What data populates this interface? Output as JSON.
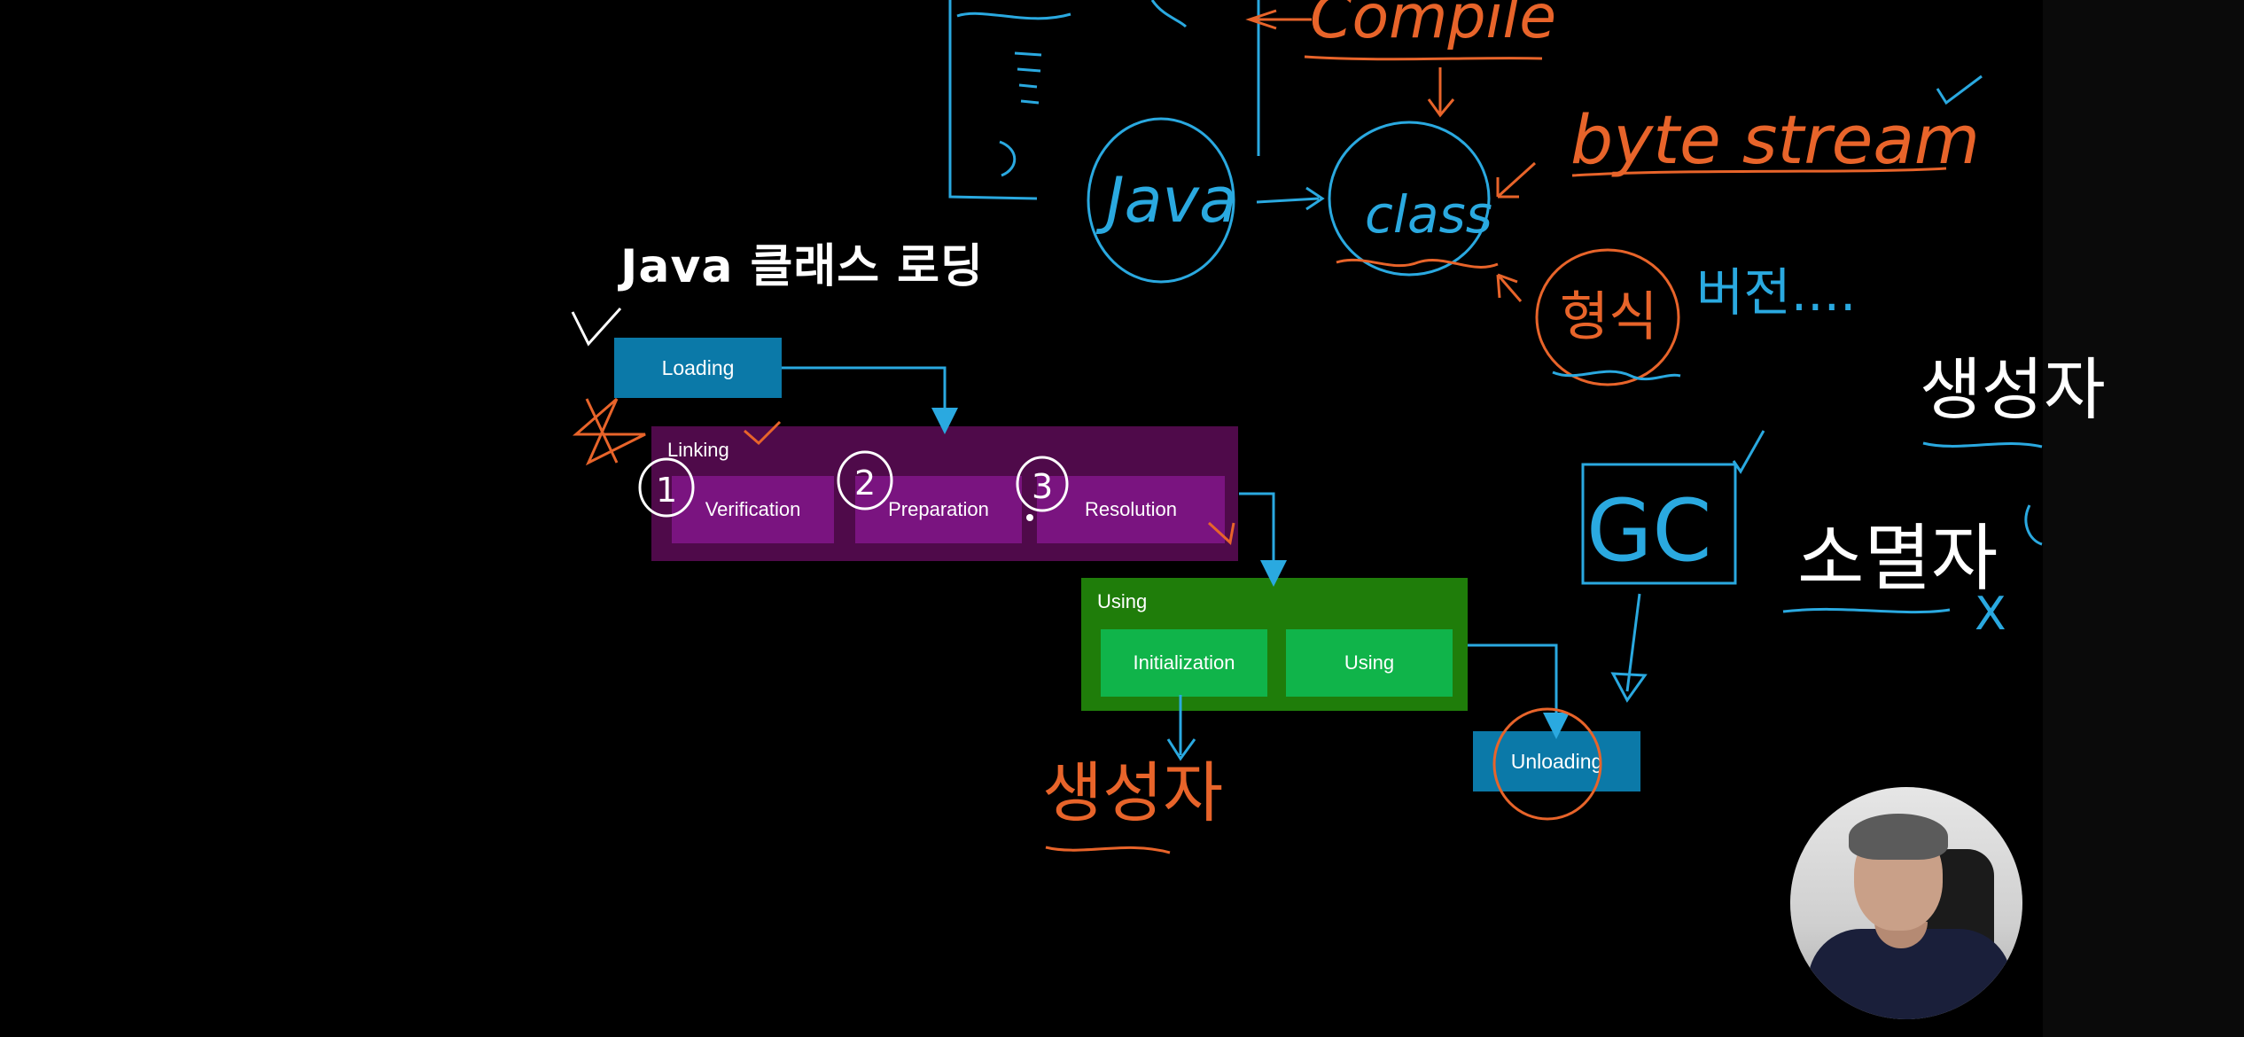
{
  "title": "Java 클래스 로딩",
  "diagram": {
    "loading": "Loading",
    "linking": {
      "label": "Linking",
      "steps": [
        "Verification",
        "Preparation",
        "Resolution"
      ]
    },
    "using": {
      "label": "Using",
      "steps": [
        "Initialization",
        "Using"
      ]
    },
    "unloading": "Unloading"
  },
  "annotations": {
    "compile": "Compile",
    "java": "Java",
    "class": "class",
    "byte_stream": "byte stream",
    "format": "형식",
    "version": "버전....",
    "gc": "GC",
    "destructor": "소멸자",
    "constructor_bottom": "생성자",
    "constructor_right": "생성자",
    "number_1": "1",
    "number_2": "2",
    "number_3": "3",
    "x_mark": "X"
  },
  "colors": {
    "background": "#000000",
    "loading_blue": "#0b79a8",
    "linking_purple_dark": "#4f0a4a",
    "linking_purple": "#7a1480",
    "using_green_dark": "#1f7d0a",
    "using_green": "#10b44a",
    "pen_blue": "#2aa9e0",
    "pen_orange": "#e8642a"
  }
}
